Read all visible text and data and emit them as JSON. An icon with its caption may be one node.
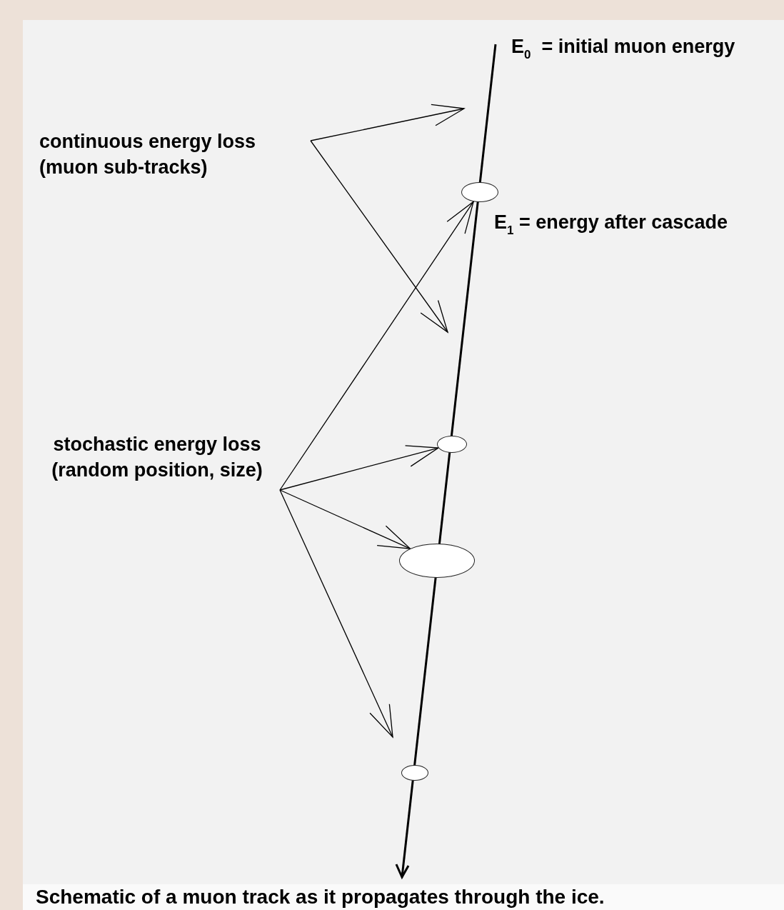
{
  "diagram": {
    "caption": "Schematic of a muon track as it propagates through the ice.",
    "nodes": [
      {
        "text": [
          "continuous energy loss (muon sub-tracks)"
        ]
      },
      {
        "text": [
          "stochastic energy loss (random position, size)"
        ]
      },
      {
        "text": [],
        "shape": "circle"
      },
      {
        "text": [],
        "shape": "circle"
      },
      {
        "text": [],
        "shape": "circle"
      },
      {
        "text": [],
        "shape": "circle"
      }
    ],
    "edges": [
      {
        "from": 0,
        "to": null,
        "arrow": "to"
      },
      {
        "from": 0,
        "to": null,
        "arrow": "to"
      },
      {
        "from": 1,
        "to": 2,
        "arrow": "to"
      },
      {
        "from": 1,
        "to": 3,
        "arrow": "to"
      },
      {
        "from": 1,
        "to": 4,
        "arrow": "to"
      },
      {
        "from": 1,
        "to": null,
        "arrow": "to"
      }
    ],
    "labels": [
      "E$_{0}$  = initial muon energy",
      "E$_{1}$ = energy after cascade"
    ]
  }
}
